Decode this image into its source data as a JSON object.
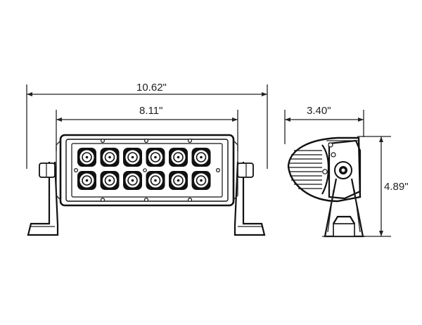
{
  "dimensions": {
    "overall_width": "10.62\"",
    "bar_width": "8.11\"",
    "depth": "3.40\"",
    "height": "4.89\""
  },
  "colors": {
    "line": "#222222",
    "background": "#ffffff"
  }
}
